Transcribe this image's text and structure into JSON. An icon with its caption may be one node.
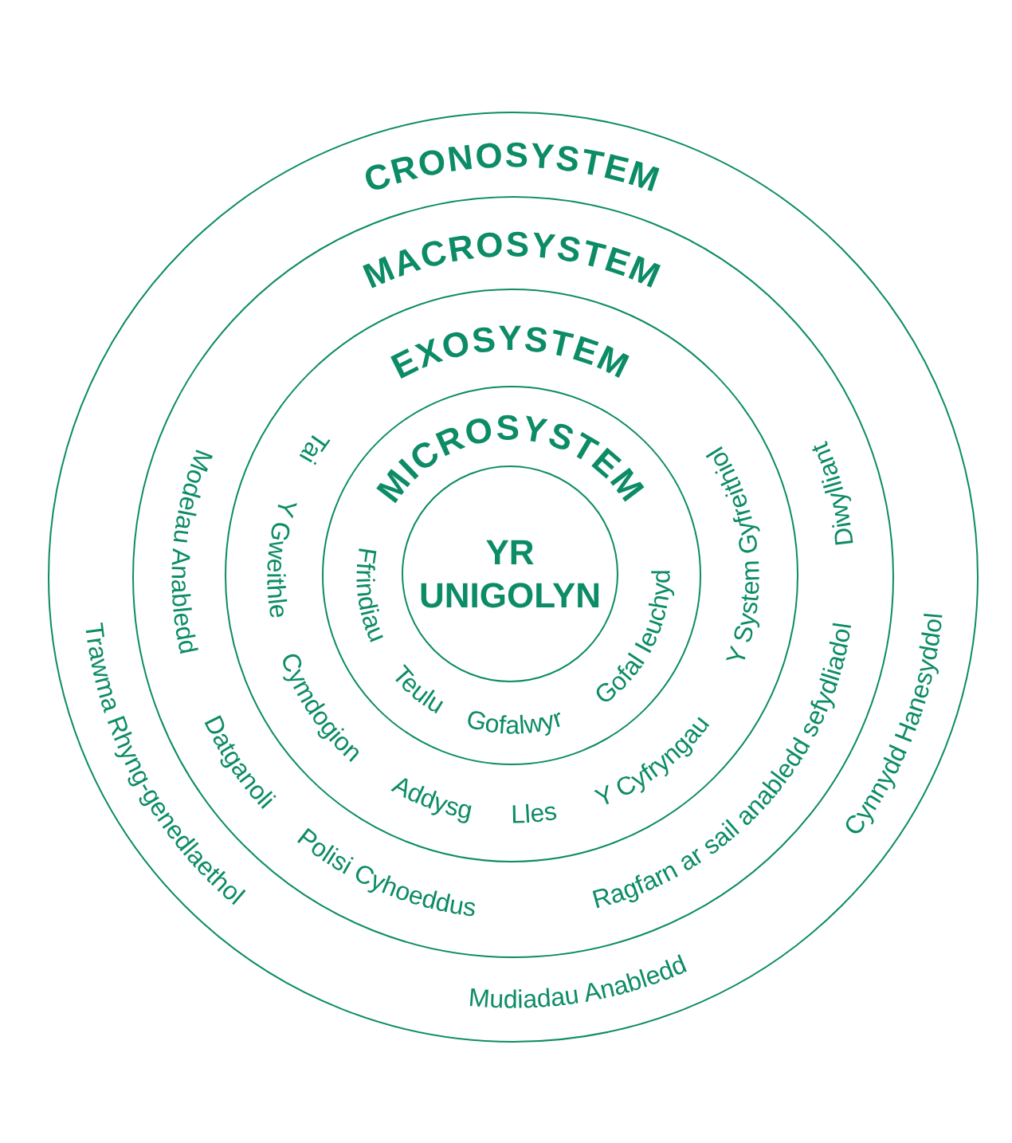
{
  "diagram": {
    "nodes": [
      {
        "text": [
          "CRONOSYSTEM"
        ]
      },
      {
        "text": [
          "MACROSYSTEM"
        ],
        "in": 0
      },
      {
        "text": [
          "EXOSYSTEM"
        ],
        "in": 1
      },
      {
        "text": [
          "MICROSYSTEM"
        ],
        "in": 2
      },
      {
        "text": [
          "YR UNIGOLYN"
        ],
        "in": 3
      }
    ],
    "labels": [
      "Modelau Anabledd",
      "Tai",
      "Y System Gyfreithiol",
      "Diwylliant",
      "Y Gweithle",
      "Ffrindiau",
      "Gofal Ieuchyd",
      "Trawma Rhyng-genedlaethol",
      "Ragfarn ar sail anabledd sefydliadol",
      "Cynnydd Hanesyddol",
      "Cymdogion",
      "Teulu",
      "Gofalwyr",
      "Datganoli",
      "Y Cyfryngau",
      "Addysg",
      "Lles",
      "Polisi Cyhoeddus",
      "Mudiadau Anabledd"
    ]
  }
}
